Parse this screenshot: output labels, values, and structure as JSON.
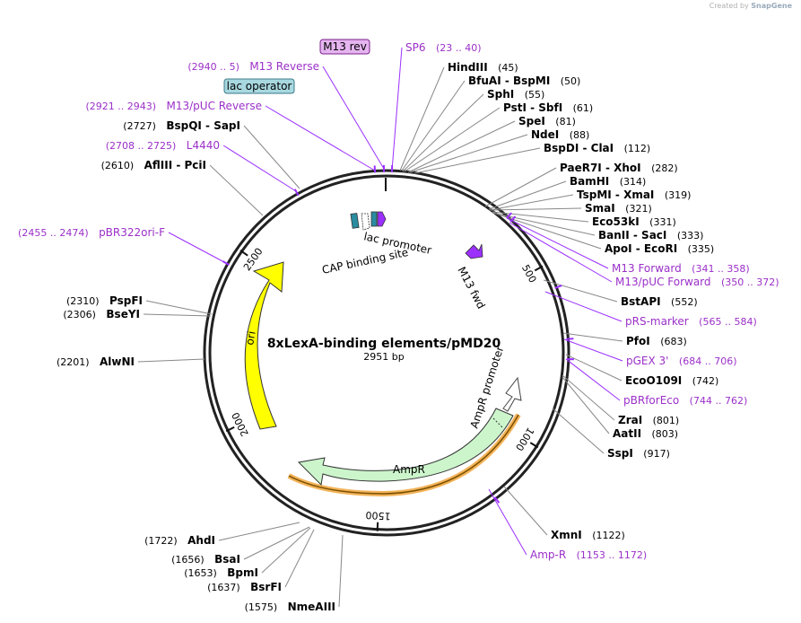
{
  "credit": {
    "prefix": "Created by",
    "brand": "SnapGene"
  },
  "plasmid": {
    "name": "8xLexA-binding elements/pMD20",
    "size_label": "2951 bp",
    "total_bp": 2951
  },
  "ticks": [
    {
      "bp": 500,
      "label": "500"
    },
    {
      "bp": 1000,
      "label": "1000"
    },
    {
      "bp": 1500,
      "label": "1500"
    },
    {
      "bp": 2000,
      "label": "2000"
    },
    {
      "bp": 2500,
      "label": "2500"
    }
  ],
  "features": [
    {
      "name": "ori",
      "label": "ori",
      "color": "#ffff00"
    },
    {
      "name": "ampr",
      "label": "AmpR",
      "color": "#ccf5cc"
    },
    {
      "name": "ampr-promoter",
      "label": "AmpR promoter",
      "color": "#ffffff"
    },
    {
      "name": "lac-promoter",
      "label": "lac promoter",
      "color": "#ffffff"
    },
    {
      "name": "cap-binding-site",
      "label": "CAP binding site",
      "color": "#2b8ca0"
    },
    {
      "name": "m13-fwd",
      "label": "M13 fwd",
      "color": "#9b30ff"
    }
  ],
  "boxed": [
    {
      "name": "m13-rev-box",
      "label": "M13 rev",
      "fill": "#e5b5f0",
      "stroke": "#7a1f8a"
    },
    {
      "name": "lac-operator-box",
      "label": "lac operator",
      "fill": "#a8d8e0",
      "stroke": "#3c7a88"
    }
  ],
  "sites": [
    {
      "name": "hindiii",
      "enzyme": "HindIII",
      "pos": "(45)",
      "kind": "enzyme"
    },
    {
      "name": "bfuai-bspmi",
      "enzyme": "BfuAI - BspMI",
      "pos": "(50)",
      "kind": "enzyme"
    },
    {
      "name": "sphi",
      "enzyme": "SphI",
      "pos": "(55)",
      "kind": "enzyme"
    },
    {
      "name": "psti-sbfi",
      "enzyme": "PstI - SbfI",
      "pos": "(61)",
      "kind": "enzyme"
    },
    {
      "name": "spei",
      "enzyme": "SpeI",
      "pos": "(81)",
      "kind": "enzyme"
    },
    {
      "name": "ndei",
      "enzyme": "NdeI",
      "pos": "(88)",
      "kind": "enzyme"
    },
    {
      "name": "bspdi-clai",
      "enzyme": "BspDI - ClaI",
      "pos": "(112)",
      "kind": "enzyme"
    },
    {
      "name": "paer7i-xhoi",
      "enzyme": "PaeR7I - XhoI",
      "pos": "(282)",
      "kind": "enzyme"
    },
    {
      "name": "bamhi",
      "enzyme": "BamHI",
      "pos": "(314)",
      "kind": "enzyme"
    },
    {
      "name": "tspmi-xmai",
      "enzyme": "TspMI - XmaI",
      "pos": "(319)",
      "kind": "enzyme"
    },
    {
      "name": "smai",
      "enzyme": "SmaI",
      "pos": "(321)",
      "kind": "enzyme"
    },
    {
      "name": "eco53ki",
      "enzyme": "Eco53kI",
      "pos": "(331)",
      "kind": "enzyme"
    },
    {
      "name": "banii-saci",
      "enzyme": "BanII - SacI",
      "pos": "(333)",
      "kind": "enzyme"
    },
    {
      "name": "apoi-ecori",
      "enzyme": "ApoI - EcoRI",
      "pos": "(335)",
      "kind": "enzyme"
    },
    {
      "name": "m13-forward",
      "enzyme": "M13 Forward",
      "pos": "(341 .. 358)",
      "kind": "primer"
    },
    {
      "name": "m13-puc-forward",
      "enzyme": "M13/pUC Forward",
      "pos": "(350 .. 372)",
      "kind": "primer"
    },
    {
      "name": "bstapi",
      "enzyme": "BstAPI",
      "pos": "(552)",
      "kind": "enzyme"
    },
    {
      "name": "prs-marker",
      "enzyme": "pRS-marker",
      "pos": "(565 .. 584)",
      "kind": "primer"
    },
    {
      "name": "pfoi",
      "enzyme": "PfoI",
      "pos": "(683)",
      "kind": "enzyme"
    },
    {
      "name": "pgex-3",
      "enzyme": "pGEX 3'",
      "pos": "(684 .. 706)",
      "kind": "primer"
    },
    {
      "name": "eco0109i",
      "enzyme": "EcoO109I",
      "pos": "(742)",
      "kind": "enzyme"
    },
    {
      "name": "pbrforeco",
      "enzyme": "pBRforEco",
      "pos": "(744 .. 762)",
      "kind": "primer"
    },
    {
      "name": "zrai",
      "enzyme": "ZraI",
      "pos": "(801)",
      "kind": "enzyme"
    },
    {
      "name": "aatii",
      "enzyme": "AatII",
      "pos": "(803)",
      "kind": "enzyme"
    },
    {
      "name": "sspi",
      "enzyme": "SspI",
      "pos": "(917)",
      "kind": "enzyme"
    },
    {
      "name": "xmni",
      "enzyme": "XmnI",
      "pos": "(1122)",
      "kind": "enzyme"
    },
    {
      "name": "amp-r",
      "enzyme": "Amp-R",
      "pos": "(1153 .. 1172)",
      "kind": "primer"
    },
    {
      "name": "nmeaiii",
      "enzyme": "NmeAIII",
      "pos": "(1575)",
      "kind": "enzyme"
    },
    {
      "name": "bsrfi",
      "enzyme": "BsrFI",
      "pos": "(1637)",
      "kind": "enzyme"
    },
    {
      "name": "bpmi",
      "enzyme": "BpmI",
      "pos": "(1653)",
      "kind": "enzyme"
    },
    {
      "name": "bsai",
      "enzyme": "BsaI",
      "pos": "(1656)",
      "kind": "enzyme"
    },
    {
      "name": "ahdi",
      "enzyme": "AhdI",
      "pos": "(1722)",
      "kind": "enzyme"
    },
    {
      "name": "alwni",
      "enzyme": "AlwNI",
      "pos": "(2201)",
      "kind": "enzyme"
    },
    {
      "name": "bseyi",
      "enzyme": "BseYI",
      "pos": "(2306)",
      "kind": "enzyme"
    },
    {
      "name": "pspfi",
      "enzyme": "PspFI",
      "pos": "(2310)",
      "kind": "enzyme"
    },
    {
      "name": "pbr322ori-f",
      "enzyme": "pBR322ori-F",
      "pos": "(2455 .. 2474)",
      "kind": "primer"
    },
    {
      "name": "afliii-pcii",
      "enzyme": "AflIII - PciI",
      "pos": "(2610)",
      "kind": "enzyme"
    },
    {
      "name": "l4440",
      "enzyme": "L4440",
      "pos": "(2708 .. 2725)",
      "kind": "primer"
    },
    {
      "name": "bspqi-sapi",
      "enzyme": "BspQI - SapI",
      "pos": "(2727)",
      "kind": "enzyme"
    },
    {
      "name": "m13-puc-reverse",
      "enzyme": "M13/pUC Reverse",
      "pos": "(2921 .. 2943)",
      "kind": "primer"
    },
    {
      "name": "m13-reverse",
      "enzyme": "M13 Reverse",
      "pos": "(2940 .. 5)",
      "kind": "primer"
    },
    {
      "name": "sp6",
      "enzyme": "SP6",
      "pos": "(23 .. 40)",
      "kind": "primer"
    }
  ],
  "colors": {
    "enzyme": "#000000",
    "primer": "#9b30c8",
    "backbone": "#222222",
    "primer_line": "#9b30ff",
    "leader": "#888888"
  }
}
